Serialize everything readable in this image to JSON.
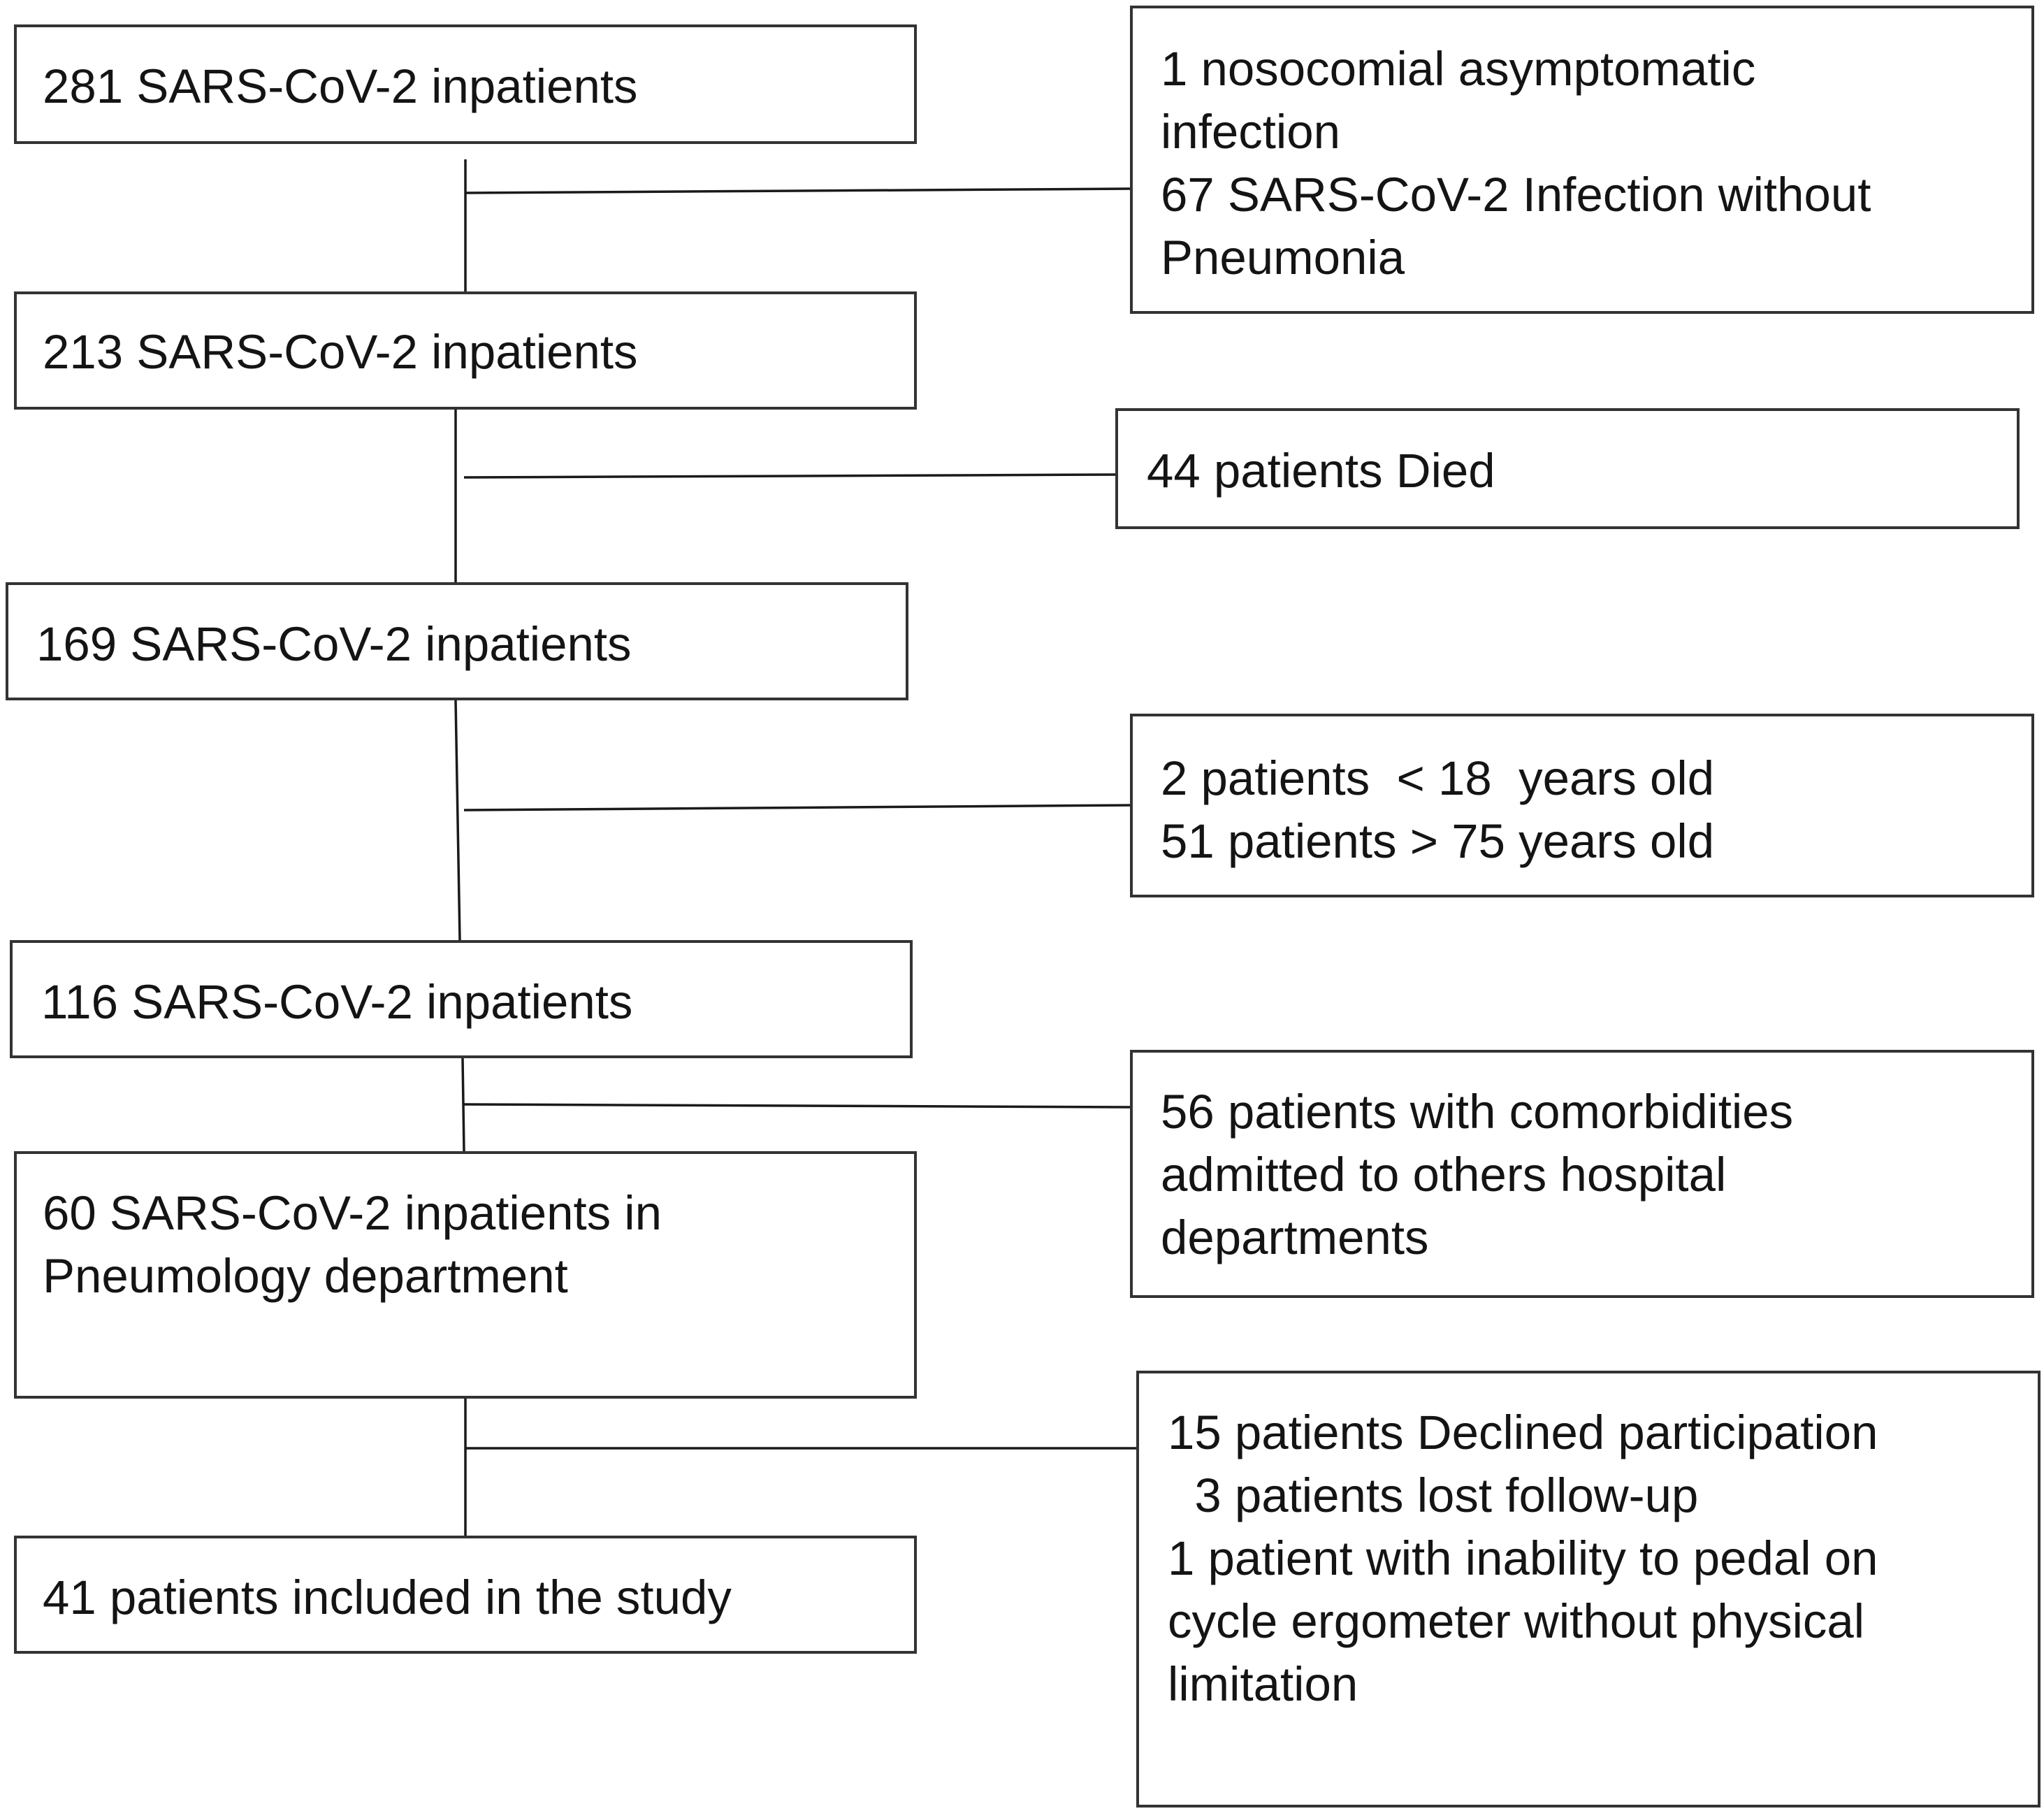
{
  "flowchart": {
    "main_boxes": [
      {
        "lines": [
          "281 SARS-CoV-2 inpatients"
        ]
      },
      {
        "lines": [
          "213 SARS-CoV-2 inpatients"
        ]
      },
      {
        "lines": [
          "169 SARS-CoV-2 inpatients"
        ]
      },
      {
        "lines": [
          "116 SARS-CoV-2 inpatients"
        ]
      },
      {
        "lines": [
          "60 SARS-CoV-2 inpatients in",
          "Pneumology department"
        ]
      },
      {
        "lines": [
          "41 patients included in the study"
        ]
      }
    ],
    "exclusion_boxes": [
      {
        "lines": [
          "1 nosocomial asymptomatic",
          "infection",
          "67 SARS-CoV-2 Infection without",
          "Pneumonia"
        ]
      },
      {
        "lines": [
          "44 patients Died"
        ]
      },
      {
        "lines": [
          "2 patients  < 18  years old",
          "51 patients > 75 years old"
        ]
      },
      {
        "lines": [
          "56 patients with comorbidities",
          "admitted to others hospital",
          "departments"
        ]
      },
      {
        "lines": [
          "15 patients Declined participation",
          "  3 patients lost follow-up",
          "1 patient with inability to pedal on",
          "cycle ergometer without physical",
          "limitation"
        ]
      }
    ]
  }
}
